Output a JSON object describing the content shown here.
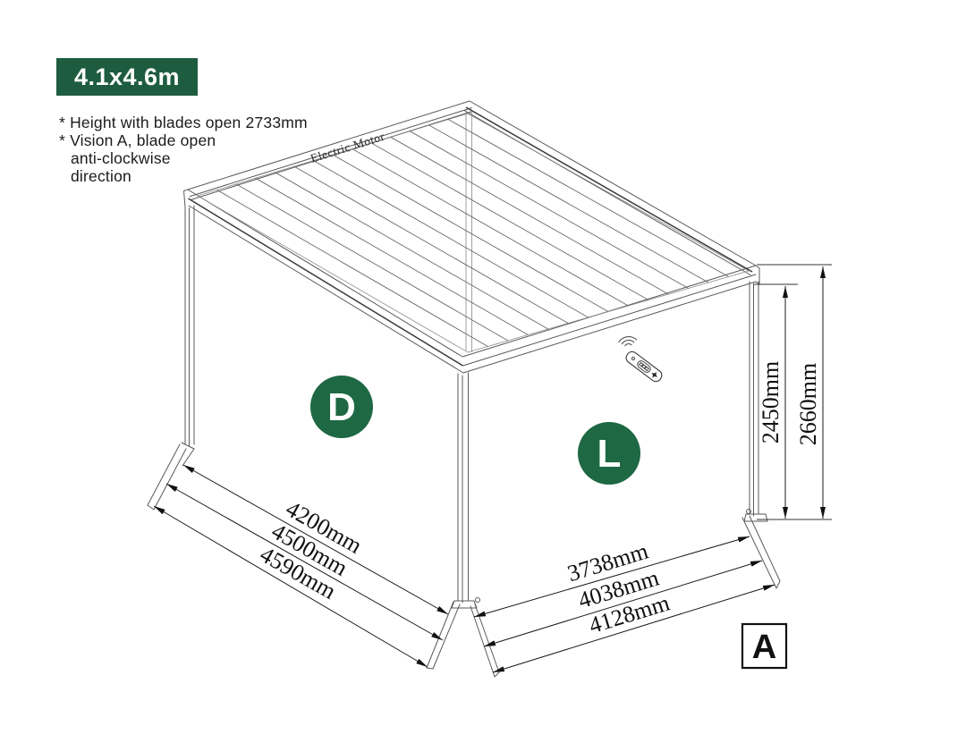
{
  "badge": {
    "label": "4.1x4.6m",
    "background_color": "#1E5C40",
    "text_color": "#FFFFFF"
  },
  "notes": {
    "height_note": "* Height with blades open 2733mm",
    "vision_note_line1": "* Vision A, blade open",
    "vision_note_line2": "anti-clockwise",
    "vision_note_line3": "direction"
  },
  "roof": {
    "motor_label": "Electric Motor",
    "louver_count": 14
  },
  "markers": {
    "depth_label": "D",
    "length_label": "L",
    "vision_label": "A",
    "circle_color": "#1E6843"
  },
  "dimensions": {
    "depth_side": {
      "labels": [
        "4200mm",
        "4500mm",
        "4590mm"
      ]
    },
    "length_side": {
      "labels": [
        "3738mm",
        "4038mm",
        "4128mm"
      ]
    },
    "height_side": {
      "labels": [
        "2450mm",
        "2660mm"
      ]
    }
  },
  "icons": {
    "remote": "remote-control-icon",
    "signal": "signal-waves-icon"
  },
  "colors": {
    "structure_line": "#5A5A5A",
    "dimension_line": "#1A1A1A",
    "accent_green": "#1E5C40"
  }
}
